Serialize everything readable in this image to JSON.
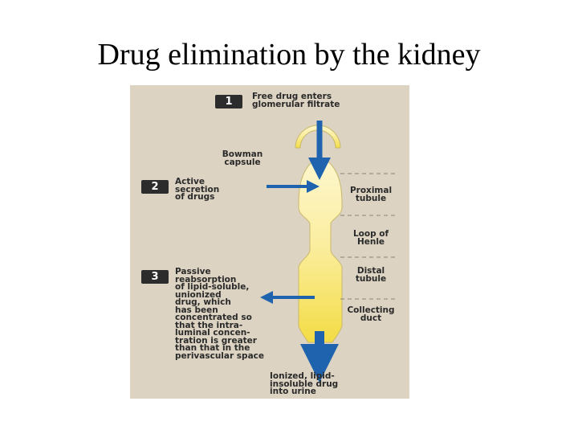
{
  "slide": {
    "title": "Drug elimination by the kidney"
  },
  "figure": {
    "steps": [
      {
        "number": "1",
        "text": "Free drug enters\nglomerular filtrate"
      },
      {
        "number": "2",
        "text": "Active\nsecretion\nof drugs"
      },
      {
        "number": "3",
        "text": "Passive\nreabsorption\nof lipid-soluble,\nunionized\ndrug, which\nhas been\nconcentrated so\nthat the intra-\nluminal concen-\ntration is greater\nthan that in the\nperivascular space"
      }
    ],
    "segments": {
      "bowman_capsule": "Bowman\ncapsule",
      "proximal_tubule": "Proximal\ntubule",
      "loop_of_henle": "Loop of\nHenle",
      "distal_tubule": "Distal\ntubule",
      "collecting_duct": "Collecting\nduct"
    },
    "output_label": "Ionized, lipid-\ninsoluble drug\ninto urine",
    "colors": {
      "panel_background": "#dcd3c2",
      "tubule_fill": "#fbeea0",
      "tubule_fill_deep": "#f3dc45",
      "arrow_blue": "#1f63ae",
      "badge_background": "#2c2c2c",
      "label_text": "#2a2a2a"
    }
  }
}
